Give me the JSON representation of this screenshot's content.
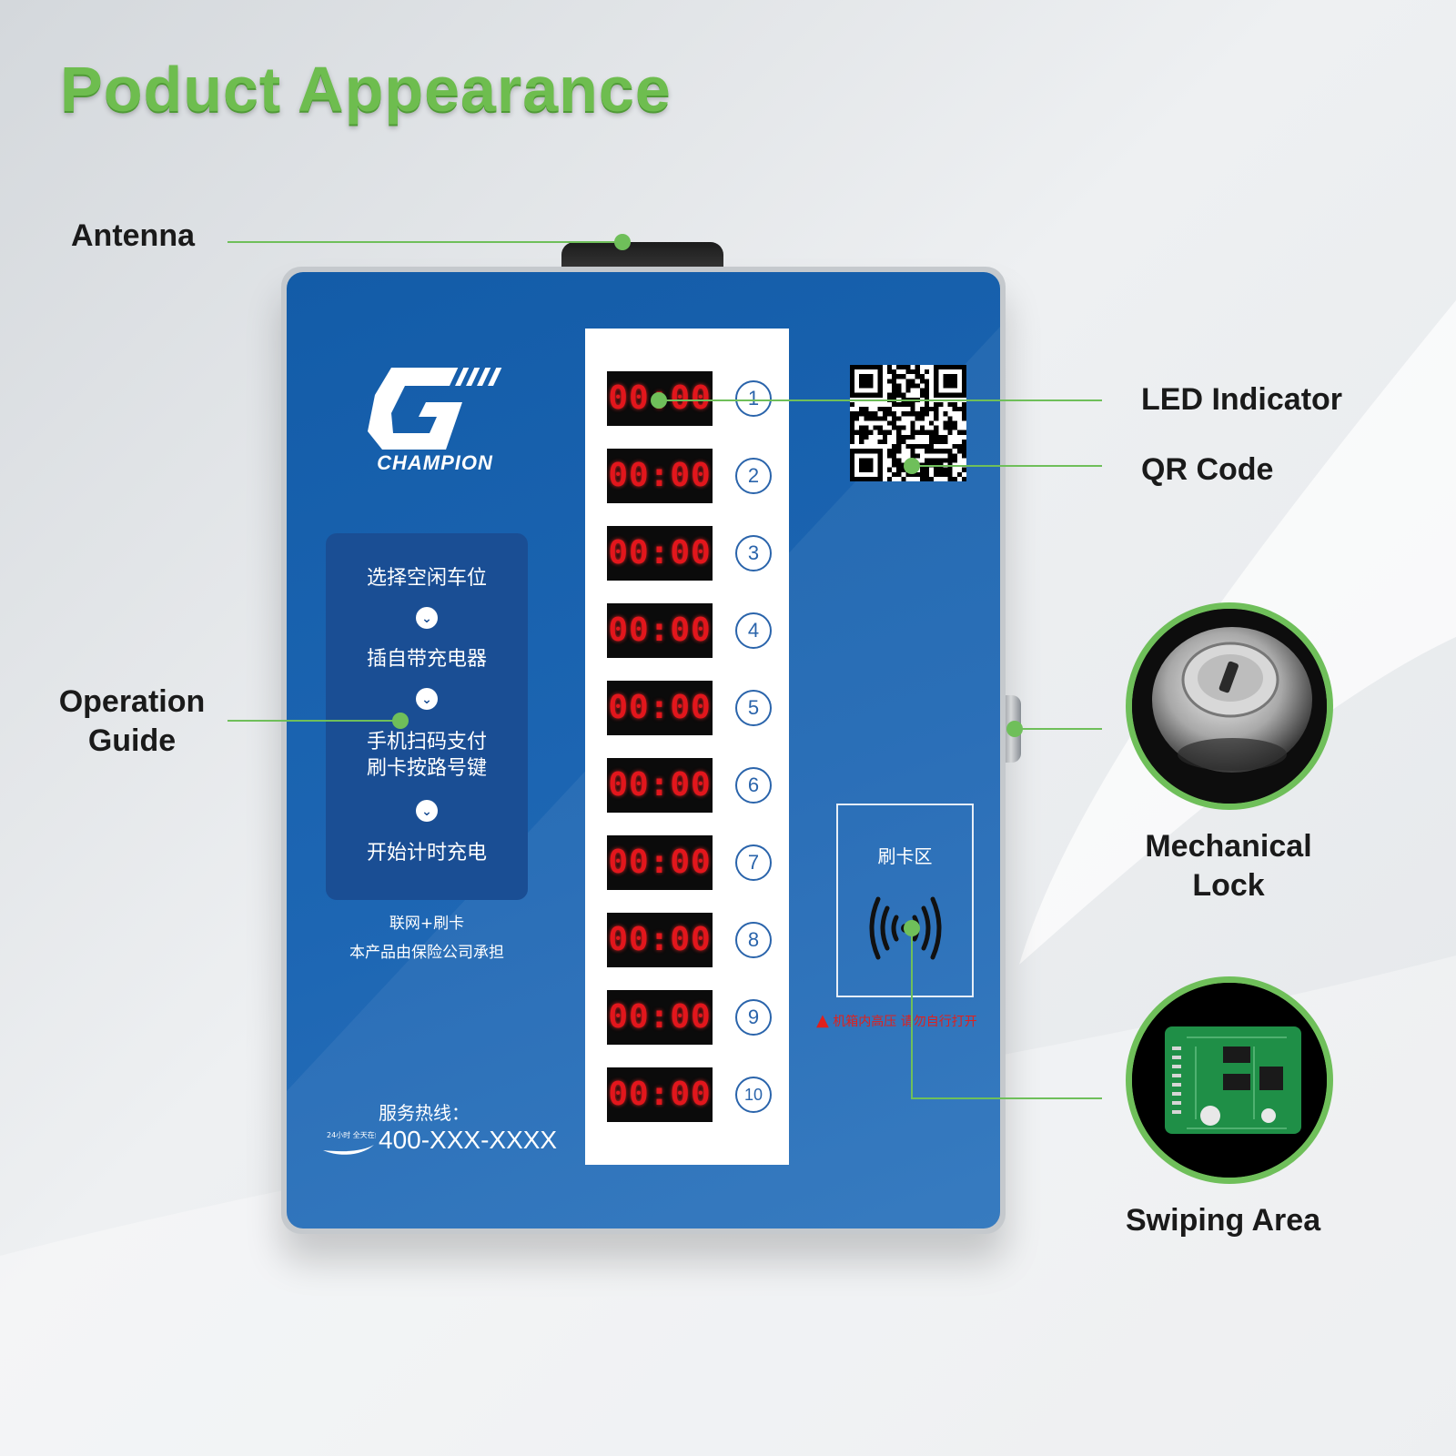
{
  "title": "Poduct Appearance",
  "callouts": {
    "antenna": "Antenna",
    "operation_guide": "Operation Guide",
    "led_indicator": "LED Indicator",
    "qr_code": "QR Code",
    "mechanical_lock": "Mechanical Lock",
    "swiping_area": "Swiping Area"
  },
  "device": {
    "brand": "CHAMPION",
    "guide_steps": [
      "选择空闲车位",
      "插自带充电器",
      "手机扫码支付\n刷卡按路号键",
      "开始计时充电"
    ],
    "note_line1": "联网+刷卡",
    "note_line2": "本产品由保险公司承担",
    "hotline_label": "服务热线：",
    "hotline_number": "400-XXX-XXXX",
    "hotline_badge": "24小时 全天在线",
    "swipe_label": "刷卡区",
    "warning": "机箱内高压 请勿自行打开",
    "slots": [
      {
        "time": "00:00",
        "num": "1"
      },
      {
        "time": "00:00",
        "num": "2"
      },
      {
        "time": "00:00",
        "num": "3"
      },
      {
        "time": "00:00",
        "num": "4"
      },
      {
        "time": "00:00",
        "num": "5"
      },
      {
        "time": "00:00",
        "num": "6"
      },
      {
        "time": "00:00",
        "num": "7"
      },
      {
        "time": "00:00",
        "num": "8"
      },
      {
        "time": "00:00",
        "num": "9"
      },
      {
        "time": "00:00",
        "num": "10"
      }
    ]
  },
  "colors": {
    "accent_green": "#6ebd4f",
    "device_blue": "#1d66b3",
    "led_red": "#e2161c"
  }
}
